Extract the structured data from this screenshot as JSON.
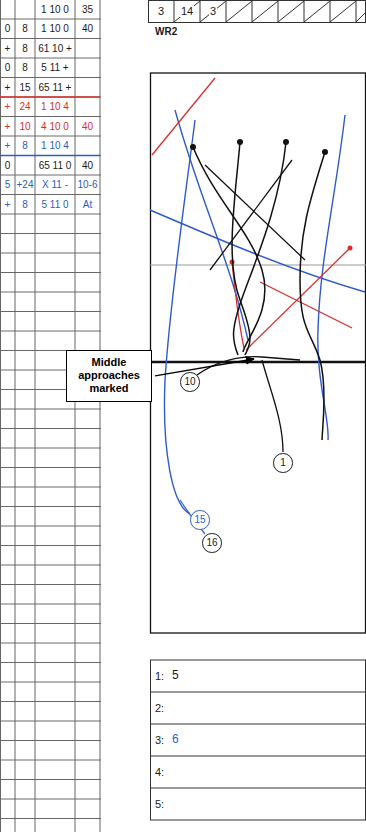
{
  "diagram": {
    "nodes": [
      {
        "text": [
          "Middle approaches marked"
        ]
      },
      {
        "text": [
          "10"
        ]
      },
      {
        "text": [
          "1"
        ]
      },
      {
        "text": [
          "15"
        ]
      },
      {
        "text": [
          "16"
        ]
      }
    ],
    "labels": [
      "3",
      "14",
      "3",
      "WR2",
      "1 10 0",
      "35",
      "0",
      "8",
      "1 10 0",
      "40",
      "+",
      "8",
      "61 10 +",
      "0",
      "8",
      "5 11 +",
      "+",
      "15",
      "65 11 +",
      "+",
      "24",
      "1 10 4",
      "+",
      "10",
      "4 10 0",
      "40",
      "+",
      "8",
      "1 10 4",
      "0",
      "65 11 0",
      "40",
      "5",
      "+24",
      "X 11 -",
      "10-6",
      "+",
      "8",
      "5 11 0",
      "At",
      "1:",
      "5",
      "2:",
      "3:",
      "6",
      "4:",
      "5:"
    ]
  }
}
